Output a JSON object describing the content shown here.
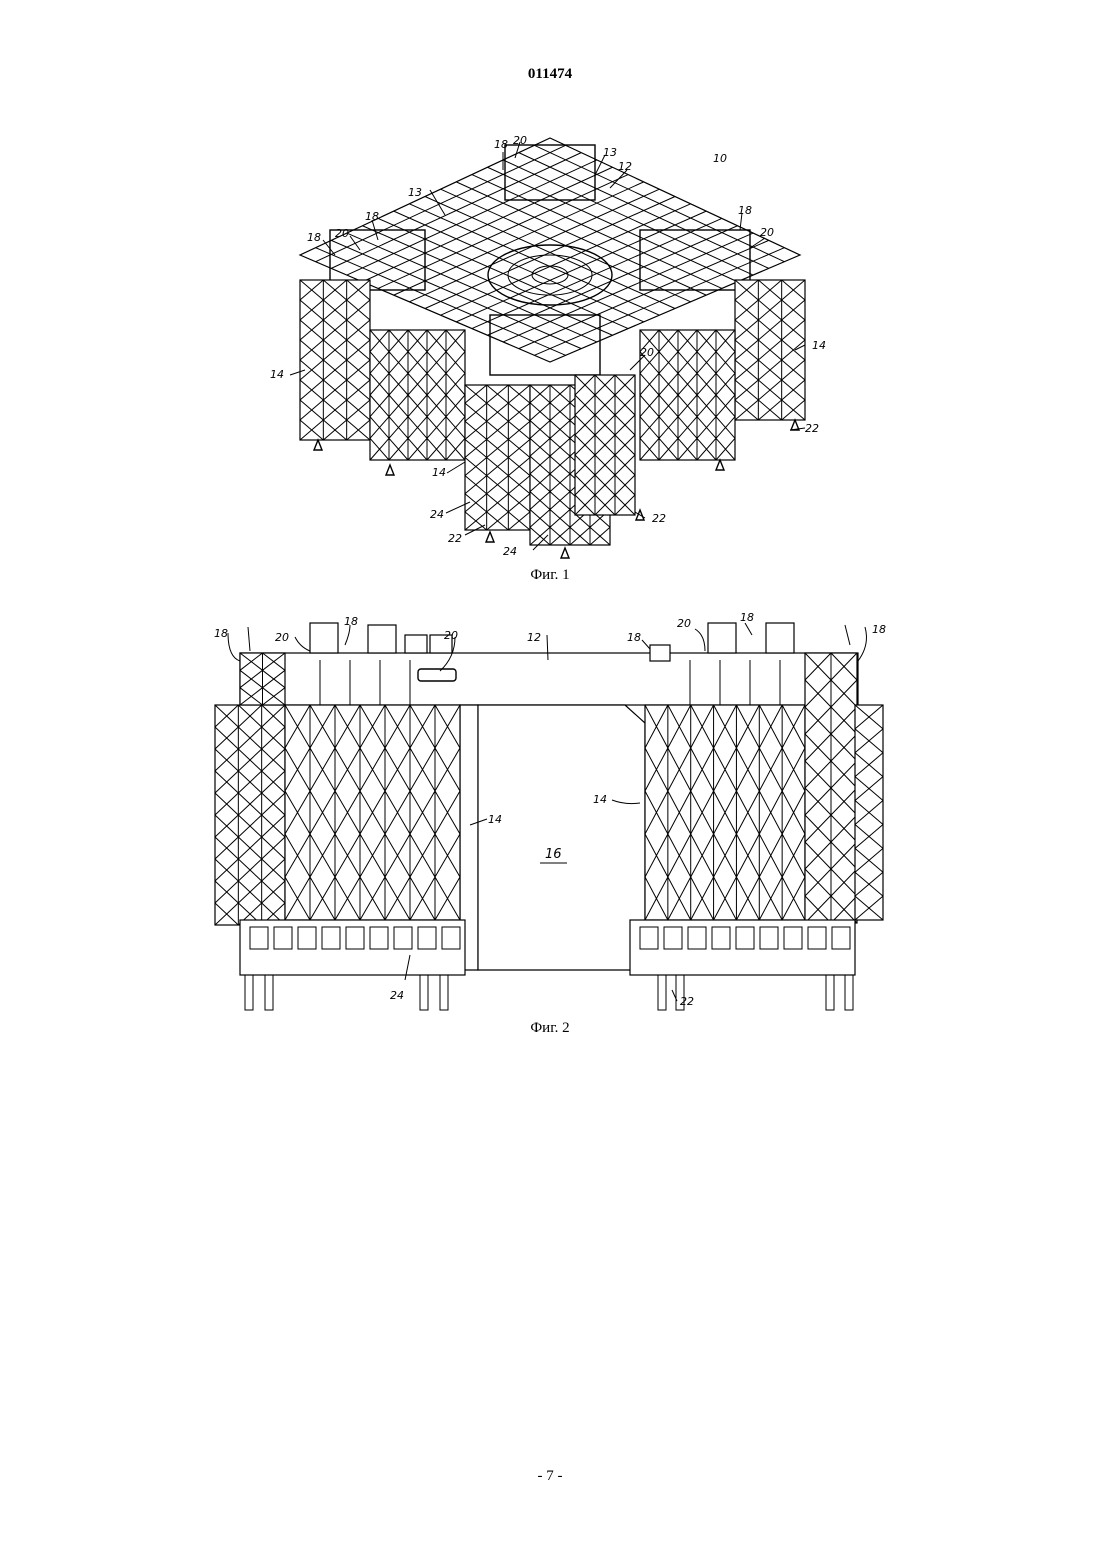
{
  "document": {
    "number": "011474",
    "page_number": "- 7 -"
  },
  "figures": [
    {
      "caption": "Фиг. 1",
      "labels": [
        "10",
        "12",
        "13",
        "13",
        "14",
        "14",
        "14",
        "18",
        "18",
        "18",
        "18",
        "20",
        "20",
        "20",
        "20",
        "22",
        "22",
        "22",
        "24",
        "24"
      ]
    },
    {
      "caption": "Фиг. 2",
      "labels": [
        "18",
        "18",
        "18",
        "18",
        "18",
        "20",
        "20",
        "20",
        "12",
        "14",
        "14",
        "16",
        "24",
        "22"
      ]
    }
  ]
}
